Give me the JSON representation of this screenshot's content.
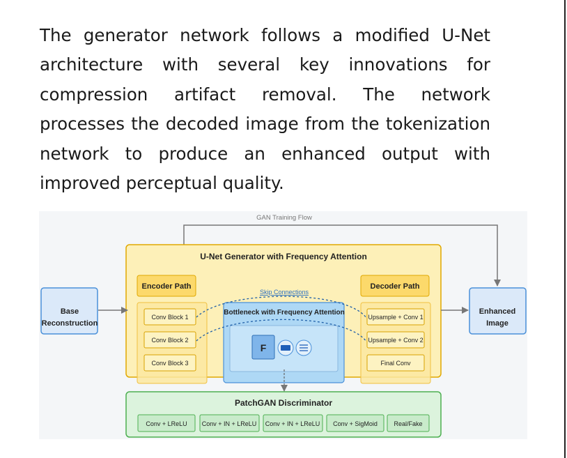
{
  "paragraph": "The generator network follows a modified U-Net architecture with several key innovations for compression artifact removal. The network processes the decoded image from the tokenization network to produce an enhanced output with improved perceptual quality.",
  "diagram": {
    "gan_flow_label": "GAN Training Flow",
    "generator_title": "U-Net Generator with Frequency Attention",
    "input_label": [
      "Base",
      "Reconstruction"
    ],
    "output_label": [
      "Enhanced",
      "Image"
    ],
    "encoder": {
      "title": "Encoder Path",
      "blocks": [
        "Conv Block 1",
        "Conv Block 2",
        "Conv Block 3"
      ]
    },
    "decoder": {
      "title": "Decoder Path",
      "blocks": [
        "Upsample + Conv 1",
        "Upsample + Conv 2",
        "Final Conv"
      ]
    },
    "skip_label": "Skip Connections",
    "bottleneck_title": "Bottleneck with Frequency Attention",
    "bottleneck_symbol": "F",
    "discriminator": {
      "title": "PatchGAN Discriminator",
      "layers": [
        "Conv + LReLU",
        "Conv + IN + LReLU",
        "Conv + IN + LReLU",
        "Conv + SigMoid",
        "Real/Fake"
      ]
    },
    "colors": {
      "generator_fill": "#fdf0b8",
      "generator_stroke": "#e0a800",
      "blue_fill": "#dbe9f9",
      "blue_stroke": "#4a90d9",
      "bottleneck_fill": "#aed8f5",
      "green_fill": "#dcf3dd",
      "green_stroke": "#4caf50",
      "arrow": "#777777"
    }
  }
}
